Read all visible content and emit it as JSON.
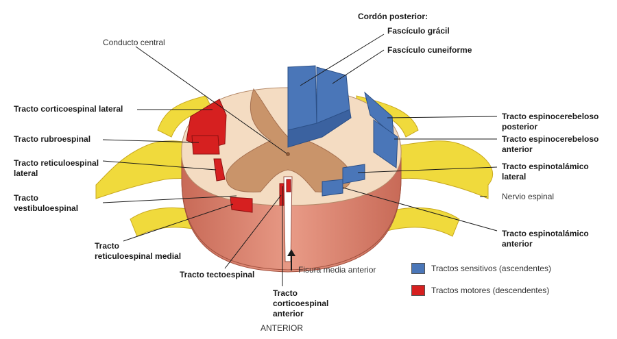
{
  "labels": {
    "conducto_central": "Conducto central",
    "cordon_posterior": "Cordón posterior:",
    "fasciculo_gracil": "Fascículo grácil",
    "fasciculo_cuneiforme": "Fascículo cuneiforme",
    "corticoespinal_lateral": "Tracto corticoespinal lateral",
    "rubroespinal": "Tracto rubroespinal",
    "reticuloespinal_lateral_1": "Tracto reticuloespinal",
    "reticuloespinal_lateral_2": "lateral",
    "vestibuloespinal_1": "Tracto",
    "vestibuloespinal_2": "vestibuloespinal",
    "reticuloespinal_medial_1": "Tracto",
    "reticuloespinal_medial_2": "reticuloespinal medial",
    "tectoespinal": "Tracto tectoespinal",
    "corticoespinal_anterior_1": "Tracto",
    "corticoespinal_anterior_2": "corticoespinal",
    "corticoespinal_anterior_3": "anterior",
    "anterior": "ANTERIOR",
    "fisura_media_anterior": "Fisura media anterior",
    "espinocerebeloso_posterior_1": "Tracto espinocerebeloso",
    "espinocerebeloso_posterior_2": "posterior",
    "espinocerebeloso_anterior_1": "Tracto espinocerebeloso",
    "espinocerebeloso_anterior_2": "anterior",
    "espinotalamico_lateral_1": "Tracto espinotalámico",
    "espinotalamico_lateral_2": "lateral",
    "nervio_espinal": "Nervio espinal",
    "espinotalamico_anterior_1": "Tracto espinotalámico",
    "espinotalamico_anterior_2": "anterior"
  },
  "legend": {
    "sensory_label": "Tractos sensitivos (ascendentes)",
    "sensory_color": "#4a76b8",
    "motor_label": "Tractos motores (descendentes)",
    "motor_color": "#d62020"
  },
  "colors": {
    "nerve": "#f0da3c",
    "white_matter": "#f4dcc2",
    "gray_matter": "#c9946a",
    "meninges": "#d9826e",
    "sensory": "#4a76b8",
    "motor": "#d62020"
  }
}
